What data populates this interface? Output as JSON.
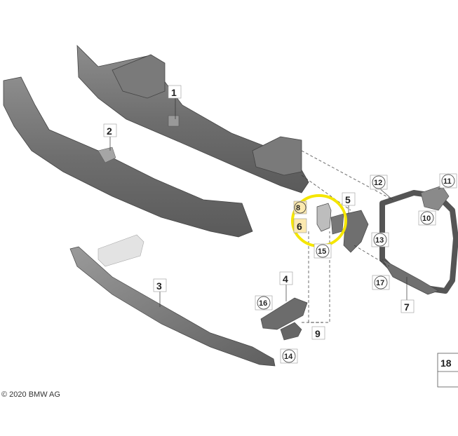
{
  "copyright": "© 2020 BMW AG",
  "callouts": {
    "c1": "1",
    "c2": "2",
    "c3": "3",
    "c4": "4",
    "c5": "5",
    "c6": "6",
    "c7": "7",
    "c8": "8",
    "c9": "9",
    "c10": "10",
    "c11": "11",
    "c12": "12",
    "c13": "13",
    "c14": "14",
    "c15": "15",
    "c16": "16",
    "c17": "17",
    "c18": "18"
  },
  "highlight_color": "#f5e600",
  "label_highlight_color": "#fbe9b0"
}
